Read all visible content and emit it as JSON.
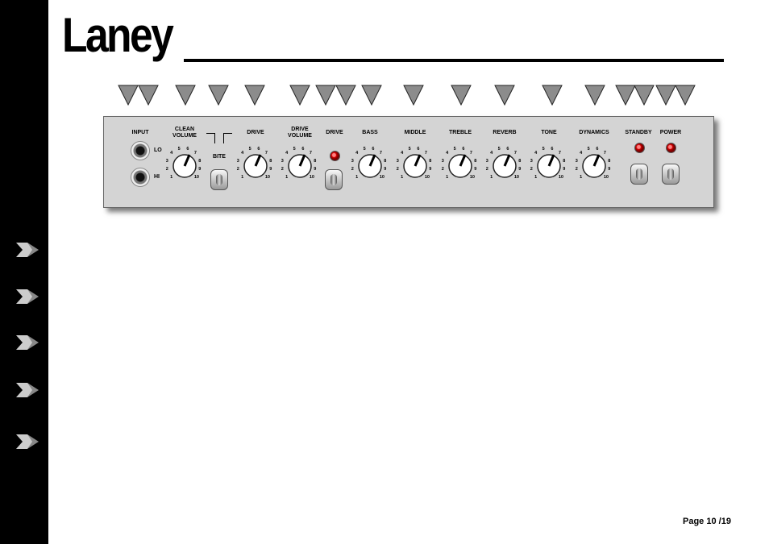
{
  "brand": "Laney",
  "page": "Page 10 /19",
  "panel": {
    "input_label": "INPUT",
    "lo": "LO",
    "hi": "HI",
    "bite": "BITE",
    "drive_led": "DRIVE",
    "standby": "STANDBY",
    "power": "POWER",
    "knobs": [
      {
        "label": "CLEAN\nVOLUME"
      },
      {
        "label": "DRIVE"
      },
      {
        "label": "DRIVE\nVOLUME"
      },
      {
        "label": "BASS"
      },
      {
        "label": "MIDDLE"
      },
      {
        "label": "TREBLE"
      },
      {
        "label": "REVERB"
      },
      {
        "label": "TONE"
      },
      {
        "label": "DYNAMICS"
      }
    ],
    "scale": [
      "1",
      "2",
      "3",
      "4",
      "5",
      "6",
      "7",
      "8",
      "9",
      "10"
    ]
  },
  "colors": {
    "led": "#d10000",
    "panel": "#d4d4d4",
    "sidebar": "#000000"
  },
  "icons": [
    "triangle-pointer-icon",
    "arrow-bullet-icon",
    "input-jack-icon",
    "toggle-switch-icon"
  ]
}
